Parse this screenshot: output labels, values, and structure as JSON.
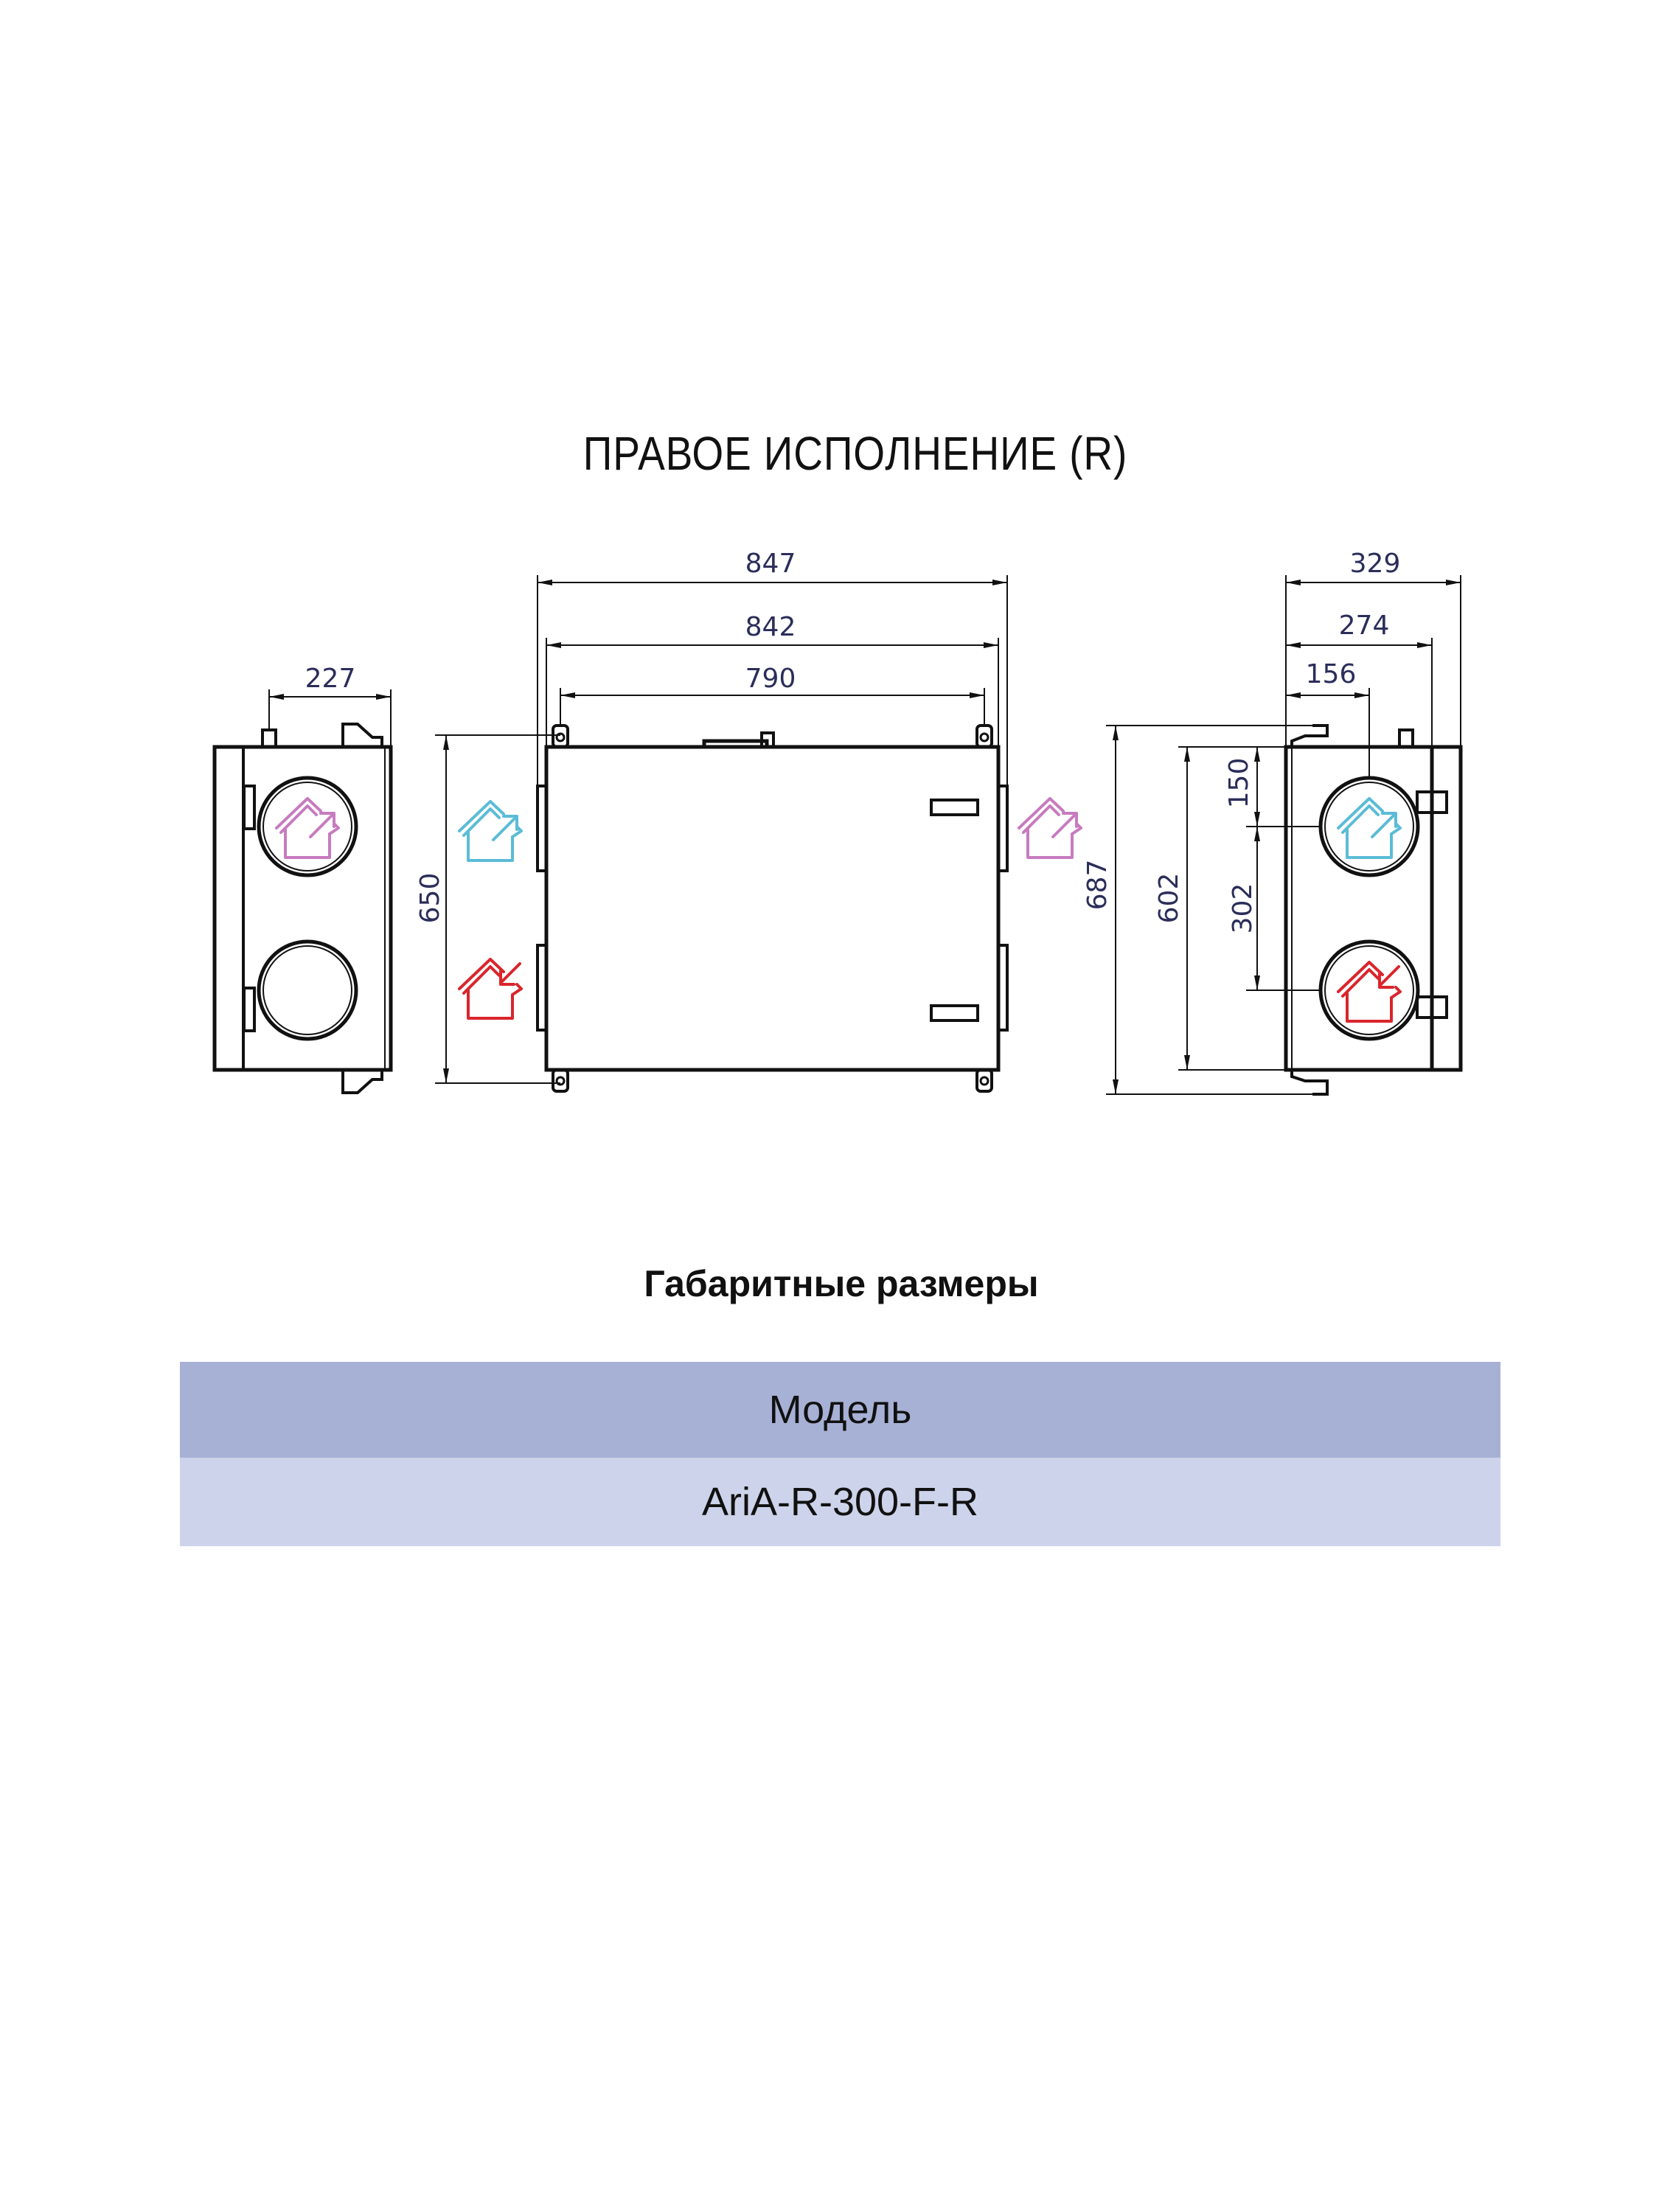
{
  "title": "ПРАВОЕ ИСПОЛНЕНИЕ (R)",
  "dimensions": {
    "side_width_left": "227",
    "overall_length": "847",
    "body_length": "842",
    "mount_spacing": "790",
    "mount_height": "650",
    "overall_height": "687",
    "body_height": "602",
    "spigot_top_offset": "150",
    "spigot_spacing": "302",
    "spigot_side_offset": "156",
    "body_depth": "274",
    "overall_depth": "329"
  },
  "icons": {
    "supply_to_room": {
      "name": "house-arrow-out-icon",
      "color": "#c77bbf"
    },
    "exhaust_outside": {
      "name": "house-arrow-out-icon",
      "color": "#5bbcd6"
    },
    "intake_outside": {
      "name": "house-arrow-in-icon",
      "color": "#d9262c"
    }
  },
  "subtitle": "Габаритные размеры",
  "table": {
    "header": "Модель",
    "rows": [
      "AriA-R-300-F-R"
    ],
    "header_color": "#a7b1d5",
    "row_color": "#cdd3ea"
  }
}
